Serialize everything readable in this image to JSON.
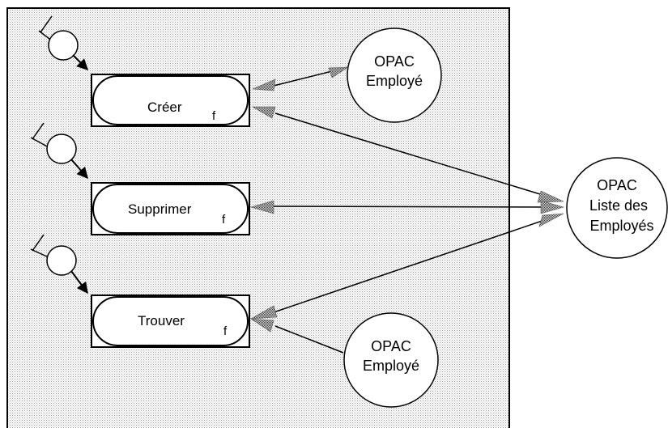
{
  "diagram": {
    "operations": [
      {
        "id": "creer",
        "label": "Créer",
        "marker": "f"
      },
      {
        "id": "supprimer",
        "label": "Supprimer",
        "marker": "f"
      },
      {
        "id": "trouver",
        "label": "Trouver",
        "marker": "f"
      }
    ],
    "entities": [
      {
        "id": "opac-employe-top",
        "lines": [
          "OPAC",
          "Employé"
        ]
      },
      {
        "id": "opac-liste",
        "lines": [
          "OPAC",
          "Liste des",
          "Employés"
        ]
      },
      {
        "id": "opac-employe-bottom",
        "lines": [
          "OPAC",
          "Employé"
        ]
      }
    ]
  }
}
